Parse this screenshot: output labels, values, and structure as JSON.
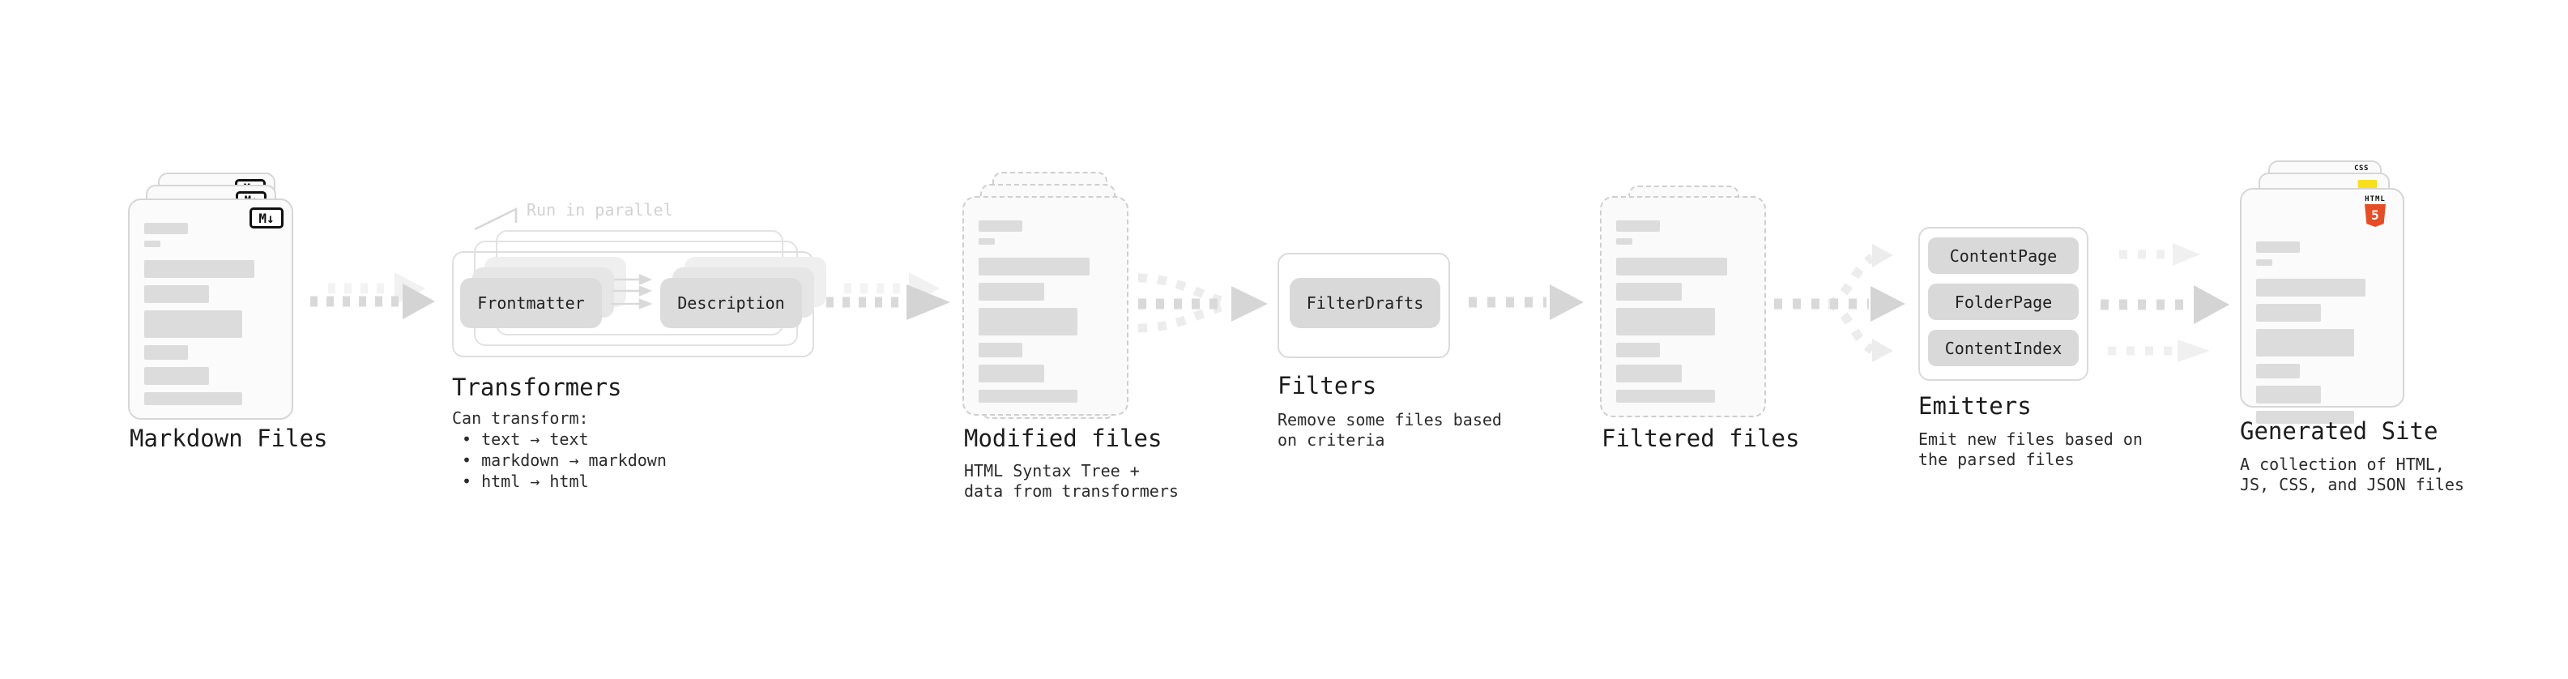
{
  "stages": {
    "markdown": {
      "label": "Markdown Files"
    },
    "transformers": {
      "label": "Transformers",
      "annotation": "Run in parallel",
      "chips": {
        "frontmatter": "Frontmatter",
        "description": "Description"
      },
      "description_title": "Can transform:",
      "bullets": [
        "• text → text",
        "• markdown → markdown",
        "• html → html"
      ]
    },
    "modified": {
      "label": "Modified files",
      "sub": "HTML Syntax Tree +\ndata from transformers"
    },
    "filters": {
      "label": "Filters",
      "chips": [
        "FilterDrafts"
      ],
      "sub": "Remove some files based\non criteria"
    },
    "filtered": {
      "label": "Filtered files"
    },
    "emitters": {
      "label": "Emitters",
      "chips": [
        "ContentPage",
        "FolderPage",
        "ContentIndex"
      ],
      "sub": "Emit new files based on\nthe parsed files"
    },
    "generated": {
      "label": "Generated Site",
      "sub": "A collection of HTML,\nJS, CSS, and JSON files"
    }
  },
  "icons": {
    "markdown_glyph": "M↓",
    "css_label": "CSS",
    "html5_label": "HTML",
    "html5_number": "5"
  },
  "colors": {
    "skeleton_bar": "#dcdcdc",
    "chip_gray": "#dcdcdc",
    "arrow_dark": "#d7d7d7",
    "arrow_light": "#ededed",
    "js_yellow": "#f7df1e",
    "css_blue": "#2965f1",
    "html5_orange": "#e44d26",
    "text": "#1c1c1c"
  },
  "skeleton": {
    "bars": [
      {
        "w": "33%",
        "h": 14,
        "mt": 0
      },
      {
        "w": "12%",
        "h": 8,
        "mt": 8
      },
      {
        "w": "83%",
        "h": 22,
        "mt": 16
      },
      {
        "w": "49%",
        "h": 22,
        "mt": 9
      },
      {
        "w": "74%",
        "h": 34,
        "mt": 9
      },
      {
        "w": "33%",
        "h": 18,
        "mt": 9
      },
      {
        "w": "49%",
        "h": 22,
        "mt": 9
      },
      {
        "w": "74%",
        "h": 16,
        "mt": 9
      }
    ]
  }
}
